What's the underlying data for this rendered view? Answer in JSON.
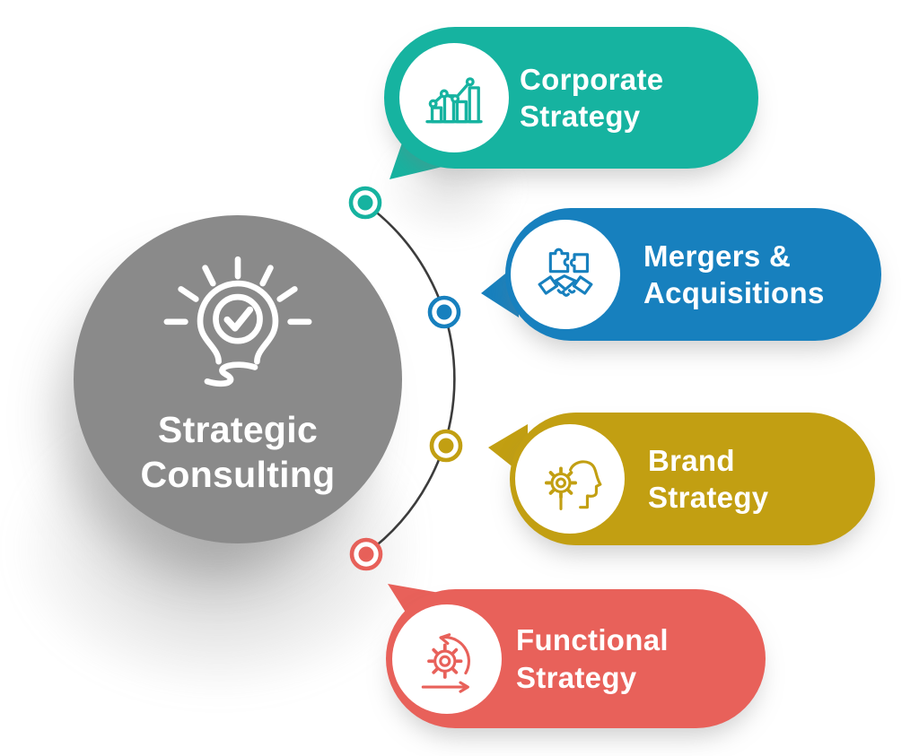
{
  "diagram": {
    "center": {
      "label": "Strategic\nConsulting",
      "icon": "lightbulb-check-icon",
      "color": "#8a8a8a",
      "text_color": "#ffffff"
    },
    "items": [
      {
        "label": "Corporate\nStrategy",
        "icon": "growth-chart-icon",
        "color": "#16b3a0"
      },
      {
        "label": "Mergers &\nAcquisitions",
        "icon": "handshake-puzzle-icon",
        "color": "#1780be"
      },
      {
        "label": "Brand\nStrategy",
        "icon": "head-gear-icon",
        "color": "#c29f12"
      },
      {
        "label": "Functional\nStrategy",
        "icon": "cycle-gear-icon",
        "color": "#e8615a"
      }
    ],
    "connector": {
      "color": "#3c3c3c"
    }
  }
}
